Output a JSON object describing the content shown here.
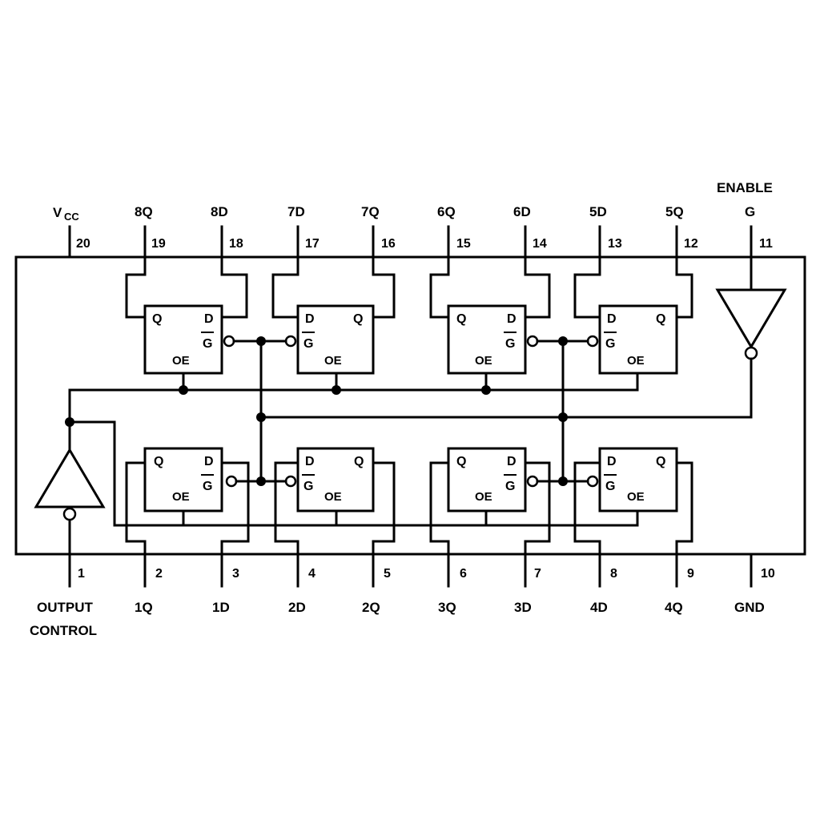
{
  "labels": {
    "vcc_v": "V",
    "vcc_sub": "CC",
    "enable": "ENABLE",
    "output_control_1": "OUTPUT",
    "output_control_2": "CONTROL"
  },
  "top_pins": [
    {
      "name": "8Q",
      "number": "19"
    },
    {
      "name": "8D",
      "number": "18"
    },
    {
      "name": "7D",
      "number": "17"
    },
    {
      "name": "7Q",
      "number": "16"
    },
    {
      "name": "6Q",
      "number": "15"
    },
    {
      "name": "6D",
      "number": "14"
    },
    {
      "name": "5D",
      "number": "13"
    },
    {
      "name": "5Q",
      "number": "12"
    },
    {
      "name": "G",
      "number": "11"
    }
  ],
  "vcc_pin": {
    "number": "20"
  },
  "bottom_pins": [
    {
      "name": "",
      "number": "1"
    },
    {
      "name": "1Q",
      "number": "2"
    },
    {
      "name": "1D",
      "number": "3"
    },
    {
      "name": "2D",
      "number": "4"
    },
    {
      "name": "2Q",
      "number": "5"
    },
    {
      "name": "3Q",
      "number": "6"
    },
    {
      "name": "3D",
      "number": "7"
    },
    {
      "name": "4D",
      "number": "8"
    },
    {
      "name": "4Q",
      "number": "9"
    },
    {
      "name": "GND",
      "number": "10"
    }
  ],
  "latch": {
    "q": "Q",
    "d": "D",
    "g": "G",
    "oe": "OE"
  }
}
